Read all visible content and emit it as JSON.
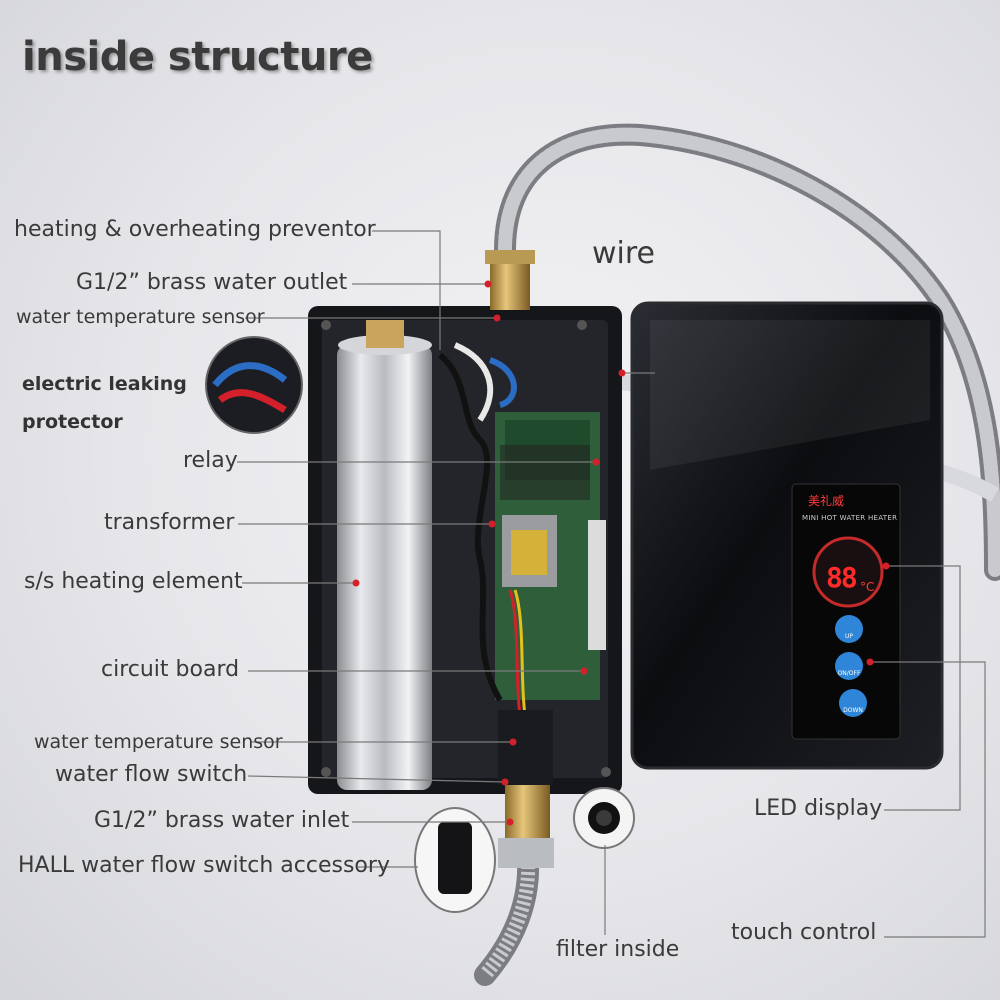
{
  "title": "inside structure",
  "labels": {
    "preventor": "heating & overheating preventor",
    "outlet": "G1/2”  brass water outlet",
    "temp_sensor_top": "water temperature sensor",
    "leak_1": "electric leaking",
    "leak_2": "protector",
    "relay": "relay",
    "transformer": "transformer",
    "heating_element": "s/s heating element",
    "circuit_board": "circuit board",
    "temp_sensor_bottom": "water temperature sensor",
    "flow_switch": "water flow switch",
    "inlet": "G1/2”  brass water inlet",
    "hall_accessory": "HALL water flow switch accessory",
    "wire": "wire",
    "led_display": "LED display",
    "touch_control": "touch control",
    "filter": "filter inside"
  },
  "device": {
    "brand_cn": "美礼威",
    "brand_en": "MINI HOT WATER HEATER",
    "display_value": "88",
    "display_unit": "°C",
    "key_up": "UP",
    "key_power": "ON/OFF",
    "key_down": "DOWN"
  },
  "colors": {
    "label_text": "#3a3a3a",
    "leader_line": "#7a7a7a",
    "marker_dot": "#d4202a",
    "display_red": "#ff2a2a",
    "key_blue": "#2f86d8"
  }
}
